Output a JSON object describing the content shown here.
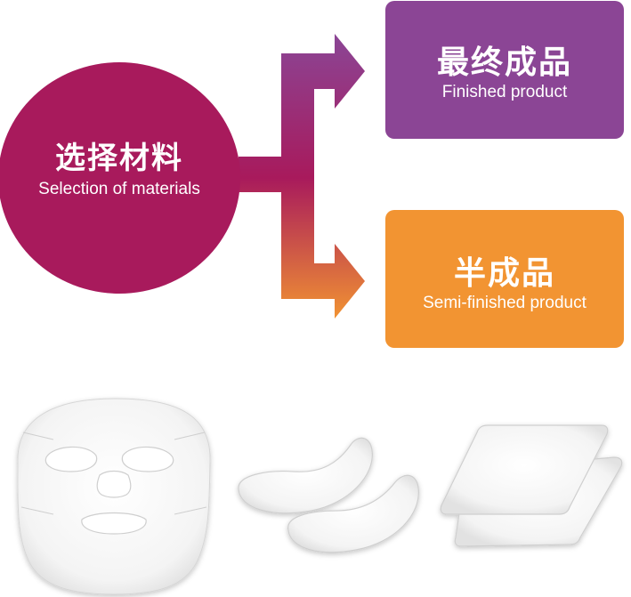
{
  "source": {
    "title_cn": "选择材料",
    "title_en": "Selection of materials",
    "color": "#a81a5c"
  },
  "outputs": [
    {
      "title_cn": "最终成品",
      "title_en": "Finished product",
      "color": "#8b4595"
    },
    {
      "title_cn": "半成品",
      "title_en": "Semi-finished product",
      "color": "#f29432"
    }
  ],
  "products": [
    {
      "icon": "face-mask-sheet-icon"
    },
    {
      "icon": "eye-patch-pair-icon"
    },
    {
      "icon": "square-pad-pair-icon"
    }
  ]
}
